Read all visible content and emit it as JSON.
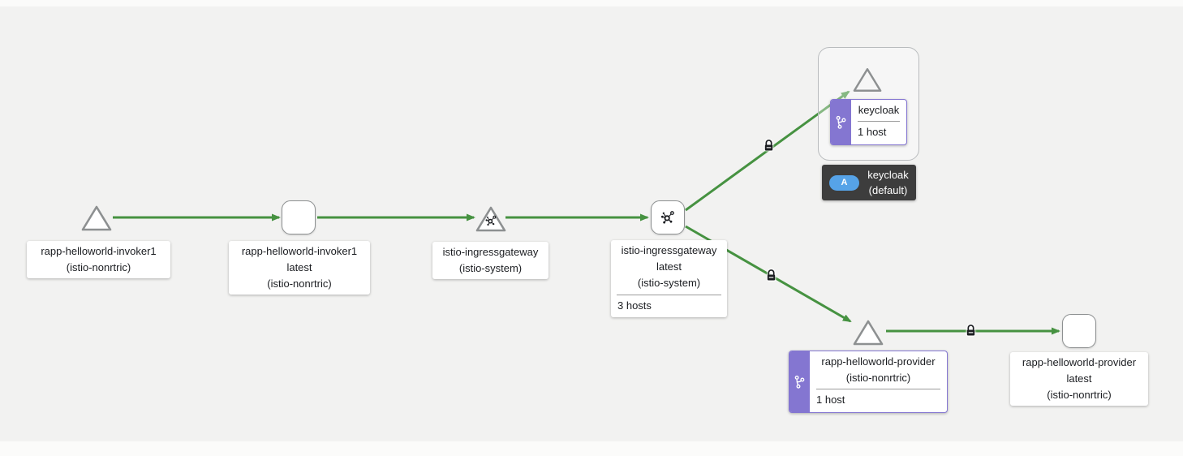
{
  "graph": {
    "edge_color": "#469241",
    "node_border_color": "#8d9091",
    "version_badge_color": "#8476d1",
    "secured_lock_icon": "mtls-lock-icon",
    "edges": [
      {
        "from": "rapp-helloworld-invoker1 (istio-nonrtric)",
        "to": "rapp-helloworld-invoker1 latest (istio-nonrtric)",
        "mtls_lock": false
      },
      {
        "from": "rapp-helloworld-invoker1 latest (istio-nonrtric)",
        "to": "istio-ingressgateway (istio-system)",
        "mtls_lock": false
      },
      {
        "from": "istio-ingressgateway (istio-system)",
        "to": "istio-ingressgateway latest (istio-system)",
        "mtls_lock": false
      },
      {
        "from": "istio-ingressgateway latest (istio-system)",
        "to": "keycloak",
        "mtls_lock": true
      },
      {
        "from": "istio-ingressgateway latest (istio-system)",
        "to": "rapp-helloworld-provider (istio-nonrtric)",
        "mtls_lock": true
      },
      {
        "from": "rapp-helloworld-provider (istio-nonrtric)",
        "to": "rapp-helloworld-provider latest (istio-nonrtric)",
        "mtls_lock": true
      }
    ]
  },
  "nodes": [
    {
      "id": "rapp-helloworld-invoker1-app",
      "shape": "triangle",
      "line1": "rapp-helloworld-invoker1",
      "line2": "(istio-nonrtric)"
    },
    {
      "id": "rapp-helloworld-invoker1-latest",
      "shape": "rounded-square",
      "line1": "rapp-helloworld-invoker1",
      "line2": "latest",
      "line3": "(istio-nonrtric)"
    },
    {
      "id": "istio-ingressgateway-app",
      "shape": "triangle",
      "icon": "gateway-icon",
      "line1": "istio-ingressgateway",
      "line2": "(istio-system)"
    },
    {
      "id": "istio-ingressgateway-latest",
      "shape": "rounded-square",
      "icon": "gateway-icon",
      "line1": "istio-ingressgateway",
      "line2": "latest",
      "line3": "(istio-system)",
      "hosts": "3 hosts"
    },
    {
      "id": "keycloak-app",
      "shape": "group-box-triangle",
      "icon": "version-branch-icon",
      "title": "keycloak",
      "hosts": "1 host"
    },
    {
      "id": "rapp-helloworld-provider-app",
      "shape": "triangle",
      "icon": "version-branch-icon",
      "line1": "rapp-helloworld-provider",
      "line2": "(istio-nonrtric)",
      "hosts": "1 host"
    },
    {
      "id": "rapp-helloworld-provider-latest",
      "shape": "rounded-square",
      "line1": "rapp-helloworld-provider",
      "line2": "latest",
      "line3": "(istio-nonrtric)"
    }
  ],
  "tooltip": {
    "badge_letter": "A",
    "badge_color": "#56a3e8",
    "background": "#3d3d3d",
    "line1": "keycloak",
    "line2": "(default)"
  }
}
